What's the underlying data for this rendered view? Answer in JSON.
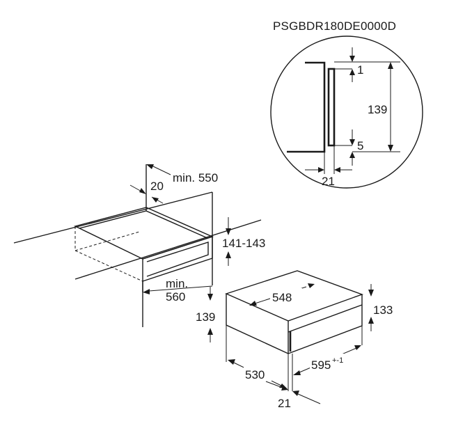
{
  "model_code": "PSGBDR180DE0000D",
  "detail": {
    "dim_top": "1",
    "dim_height": "139",
    "dim_bottom": "5",
    "dim_width": "21"
  },
  "niche": {
    "dim_front_offset": "20",
    "dim_depth": "min. 550",
    "dim_height": "141-143",
    "dim_width_prefix": "min.",
    "dim_width": "560"
  },
  "drawer": {
    "dim_depth": "548",
    "dim_height": "139",
    "dim_front_height": "133",
    "dim_side_depth": "530",
    "dim_width": "595",
    "dim_width_tolerance": "+-1",
    "dim_front_thickness": "21"
  }
}
